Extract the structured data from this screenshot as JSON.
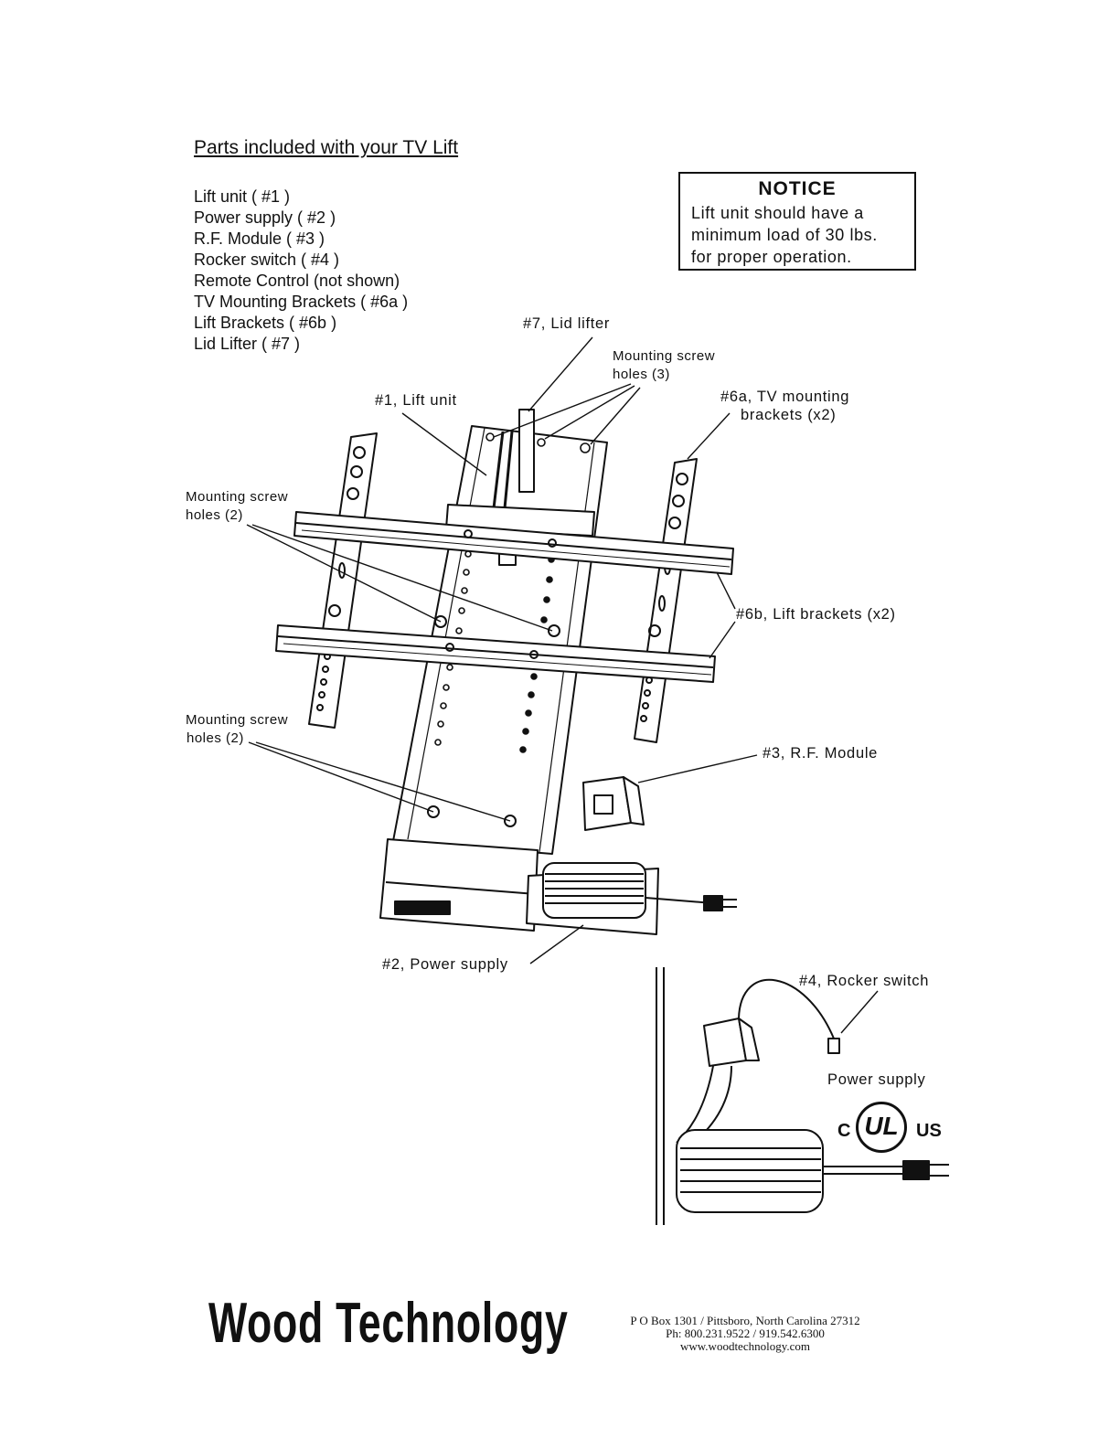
{
  "heading": "Parts included with your TV Lift",
  "parts": [
    "Lift unit ( #1 )",
    "Power supply ( #2 )",
    "R.F. Module ( #3 )",
    "Rocker switch ( #4 )",
    "Remote Control (not shown)",
    "TV Mounting Brackets ( #6a )",
    "Lift Brackets ( #6b )",
    "Lid Lifter ( #7 )"
  ],
  "notice": {
    "title": "NOTICE",
    "lines": [
      "Lift unit should have a",
      "minimum load of 30 lbs.",
      "for proper operation."
    ]
  },
  "callouts": {
    "lid_lifter": "#7, Lid lifter",
    "mount_holes_3_a": "Mounting screw",
    "mount_holes_3_b": "holes (3)",
    "lift_unit": "#1, Lift unit",
    "tv_brackets_a": "#6a, TV mounting",
    "tv_brackets_b": "brackets (x2)",
    "mount_holes_2_upper_a": "Mounting screw",
    "mount_holes_2_upper_b": "holes (2)",
    "lift_brackets": "#6b, Lift brackets (x2)",
    "mount_holes_2_lower_a": "Mounting screw",
    "mount_holes_2_lower_b": "holes (2)",
    "rf_module": "#3, R.F. Module",
    "power_supply": "#2, Power supply",
    "rocker_switch": "#4, Rocker switch",
    "power_supply_inset": "Power supply"
  },
  "certification": {
    "c": "C",
    "mark": "UL",
    "us": "US"
  },
  "footer": {
    "brand": "Wood Technology",
    "address": "P O Box 1301 / Pittsboro, North Carolina 27312",
    "phone": "Ph: 800.231.9522 / 919.542.6300",
    "web": "www.woodtechnology.com"
  }
}
